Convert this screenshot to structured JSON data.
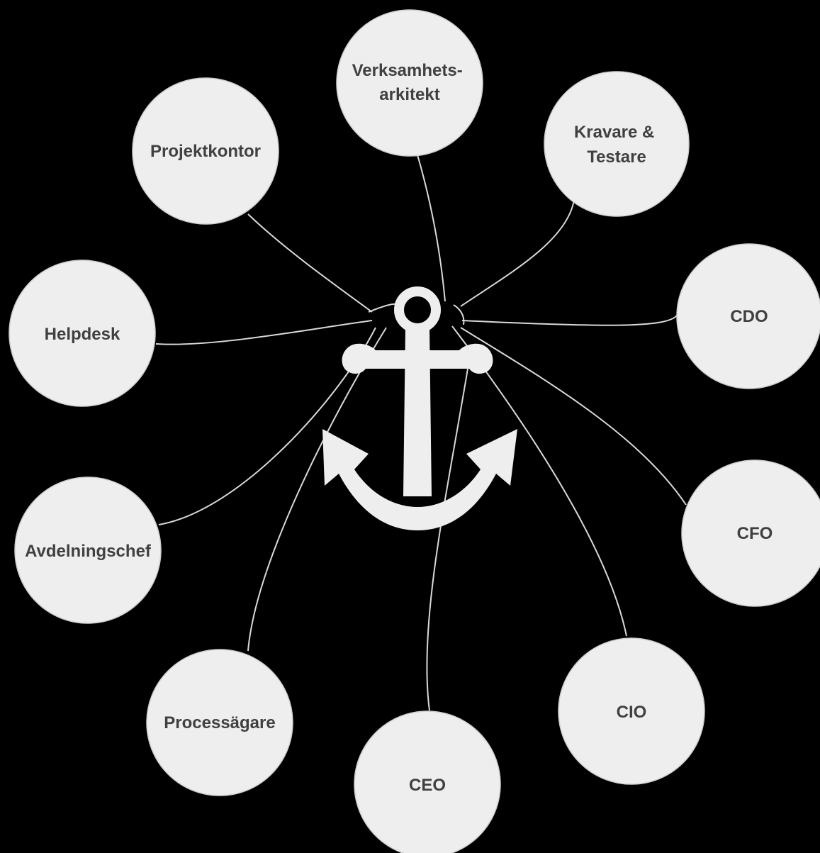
{
  "center": {
    "icon": "anchor-icon"
  },
  "colors": {
    "background": "#000000",
    "node_fill": "#eeeeee",
    "node_text": "#404040",
    "connector": "#d9d9d9",
    "anchor": "#eeeeee"
  },
  "nodes": [
    {
      "id": "verksamhetsarkitekt",
      "lines": [
        "Verksamhets-",
        "arkitekt"
      ]
    },
    {
      "id": "kravare-testare",
      "lines": [
        "Kravare &",
        "Testare"
      ]
    },
    {
      "id": "cdo",
      "lines": [
        "CDO"
      ]
    },
    {
      "id": "cfo",
      "lines": [
        "CFO"
      ]
    },
    {
      "id": "cio",
      "lines": [
        "CIO"
      ]
    },
    {
      "id": "ceo",
      "lines": [
        "CEO"
      ]
    },
    {
      "id": "processagare",
      "lines": [
        "Processägare"
      ]
    },
    {
      "id": "avdelningschef",
      "lines": [
        "Avdelningschef"
      ]
    },
    {
      "id": "helpdesk",
      "lines": [
        "Helpdesk"
      ]
    },
    {
      "id": "projektkontor",
      "lines": [
        "Projektkontor"
      ]
    }
  ]
}
